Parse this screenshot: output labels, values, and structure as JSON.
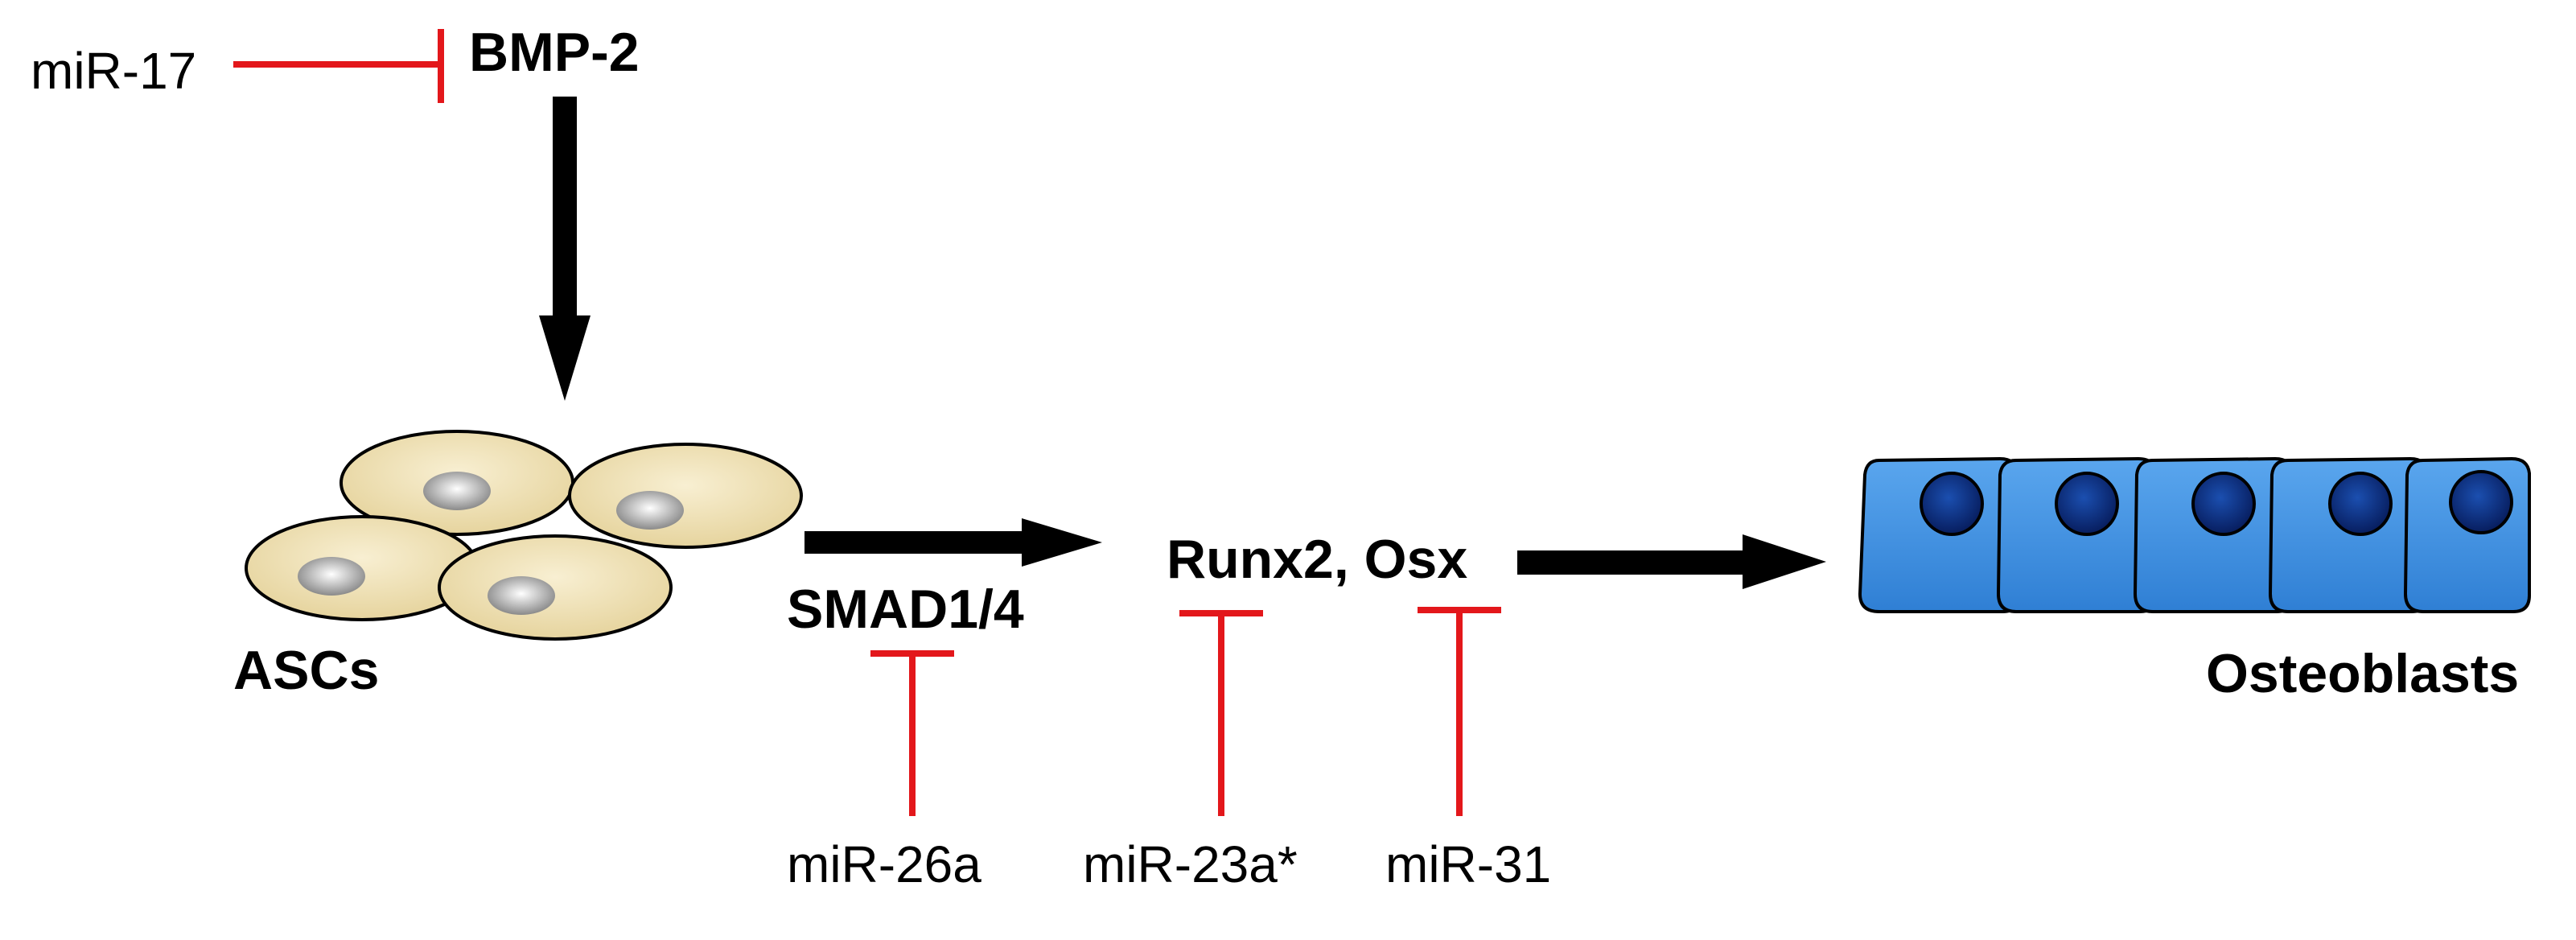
{
  "labels": {
    "bmp2": "BMP-2",
    "ascs": "ASCs",
    "smad": "SMAD1/4",
    "runx2_osx": "Runx2, Osx",
    "osteoblasts": "Osteoblasts"
  },
  "mirnas": {
    "mir17": "miR-17",
    "mir26a": "miR-26a",
    "mir23a": "miR-23a*",
    "mir31": "miR-31"
  },
  "colors": {
    "inhibition": "#e3171b",
    "arrow": "#000000",
    "asc_cell_fill": "#eee0b4",
    "asc_nucleus": "#b8b8b8",
    "osteoblast_fill": "#3a8ee0",
    "osteoblast_nucleus": "#0a2a7a"
  }
}
